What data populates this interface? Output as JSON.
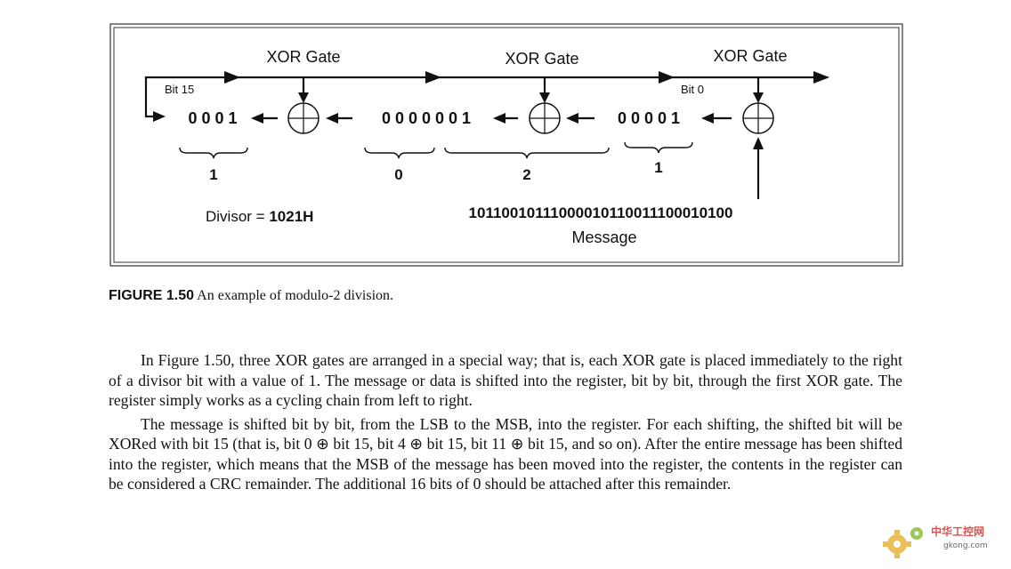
{
  "figure": {
    "gate_labels": [
      "XOR Gate",
      "XOR Gate",
      "XOR Gate"
    ],
    "bit_left_label": "Bit 15",
    "bit_right_label": "Bit 0",
    "register_groups": [
      "0 0 0 1",
      "0 0 0 0 0 0 1",
      "0 0 0 0 1"
    ],
    "brace_counts": [
      "1",
      "0",
      "2",
      "1"
    ],
    "divisor_prefix": "Divisor = ",
    "divisor_value": "1021H",
    "message_bits": "1011001011100001011001110001010​0",
    "message_label": "Message"
  },
  "caption": {
    "number": "FIGURE 1.50",
    "text": "An example of modulo-2 division."
  },
  "paragraphs": [
    "In Figure 1.50, three XOR gates are arranged in a special way; that is, each XOR gate is placed immediately to the right of a divisor bit with a value of 1. The message or data is shifted into the register, bit by bit, through the first XOR gate. The register simply works as a cycling chain from left to right.",
    "The message is shifted bit by bit, from the LSB to the MSB, into the register. For each shifting, the shifted bit will be XORed with bit 15 (that is, bit 0 ⊕ bit 15, bit 4 ⊕ bit 15, bit 11 ⊕ bit 15, and so on). After the entire message has been shifted into the register, which means that the MSB of the message has been moved into the register, the contents in the register can be considered a CRC remainder. The additional 16 bits of 0 should be attached after this remainder."
  ],
  "watermark": {
    "text_cn": "中华工控网",
    "text_url": "gkong.com"
  }
}
